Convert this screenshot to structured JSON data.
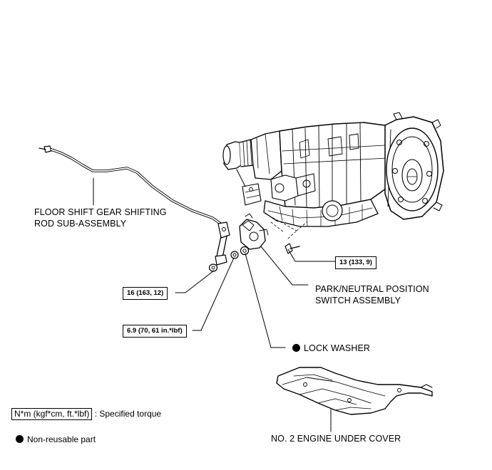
{
  "labels": {
    "shift_rod_line1": "FLOOR SHIFT GEAR SHIFTING",
    "shift_rod_line2": "ROD SUB-ASSEMBLY",
    "switch_line1": "PARK/NEUTRAL POSITION",
    "switch_line2": "SWITCH ASSEMBLY",
    "lock_washer": "LOCK WASHER",
    "under_cover": "NO. 2 ENGINE UNDER COVER"
  },
  "torques": {
    "bolt": "13 (133, 9)",
    "nut": "16 (163, 12)",
    "lever_nut": "6.9 (70, 61 in.*lbf)"
  },
  "legend": {
    "unit": "N*m (kgf*cm, ft.*lbf)",
    "unit_desc": ": Specified torque",
    "non_reusable": "Non-reusable part"
  }
}
